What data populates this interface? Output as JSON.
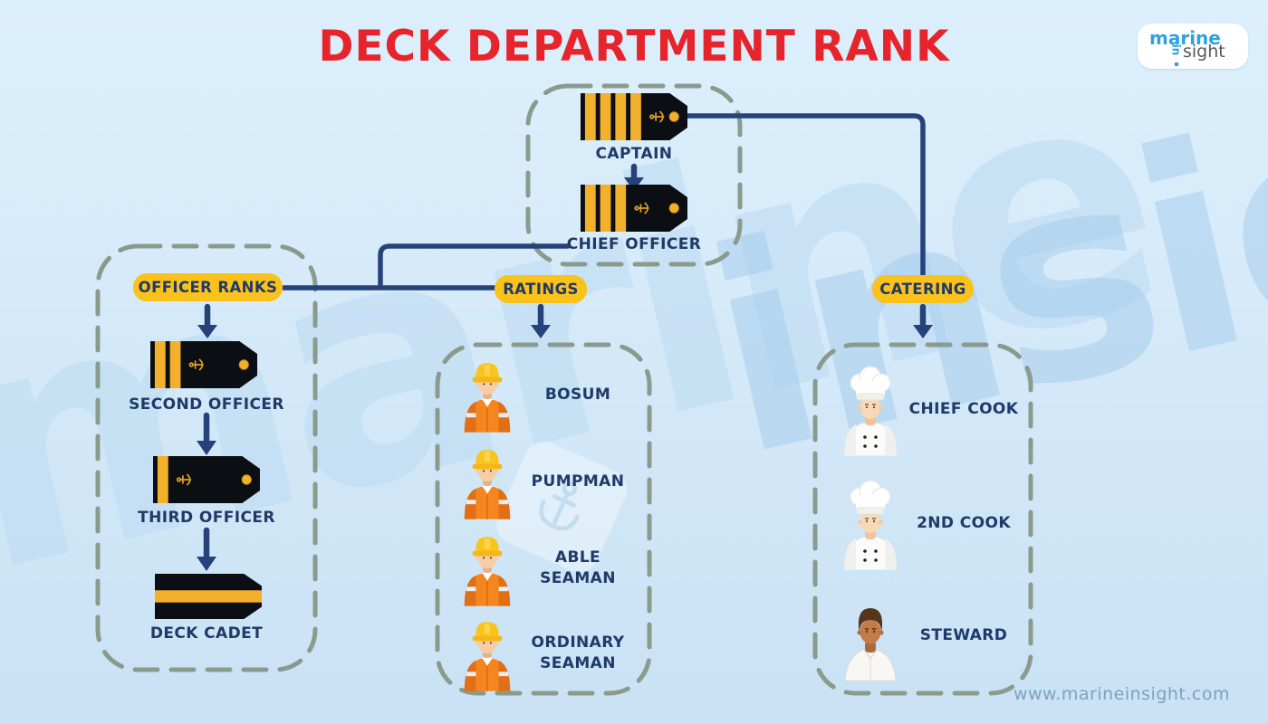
{
  "title": "DECK DEPARTMENT RANK",
  "brand": {
    "logo_marine": "marine",
    "logo_in": "in",
    "logo_sight": "sight",
    "website": "www.marineinsight.com"
  },
  "watermark": {
    "word1": "marine",
    "word2": "insight"
  },
  "command_box": {
    "items": [
      {
        "label": "CAPTAIN",
        "icon": "epaulette-icon",
        "stripes": 4
      },
      {
        "label": "CHIEF OFFICER",
        "icon": "epaulette-icon",
        "stripes": 3
      }
    ]
  },
  "branches": {
    "officer_ranks": {
      "label": "OFFICER RANKS",
      "items": [
        {
          "label": "SECOND OFFICER",
          "icon": "epaulette-icon",
          "stripes": 2
        },
        {
          "label": "THIRD OFFICER",
          "icon": "epaulette-icon",
          "stripes": 1
        },
        {
          "label": "DECK CADET",
          "icon": "epaulette-band-icon",
          "stripes": 0,
          "band": true
        }
      ]
    },
    "ratings": {
      "label": "RATINGS",
      "items": [
        {
          "label": "BOSUM",
          "icon": "seaman-icon"
        },
        {
          "label": "PUMPMAN",
          "icon": "seaman-icon"
        },
        {
          "label": "ABLE SEAMAN",
          "icon": "seaman-icon"
        },
        {
          "label": "ORDINARY SEAMAN",
          "icon": "seaman-icon"
        }
      ]
    },
    "catering": {
      "label": "CATERING",
      "items": [
        {
          "label": "CHIEF COOK",
          "icon": "chef-icon"
        },
        {
          "label": "2ND COOK",
          "icon": "chef-icon"
        },
        {
          "label": "STEWARD",
          "icon": "steward-icon"
        }
      ]
    }
  },
  "colors": {
    "title_red": "#E5252B",
    "text_navy": "#1F3A68",
    "line_navy": "#26427A",
    "pill_yellow": "#FBC21B",
    "stripe_gold": "#F2B02C",
    "epaulette_black": "#0B0E13",
    "dashed_sage": "#8A9B8E",
    "background_blue": "#D6EAF9",
    "coverall_orange": "#F5861F",
    "logo_blue": "#2FA2DC"
  }
}
